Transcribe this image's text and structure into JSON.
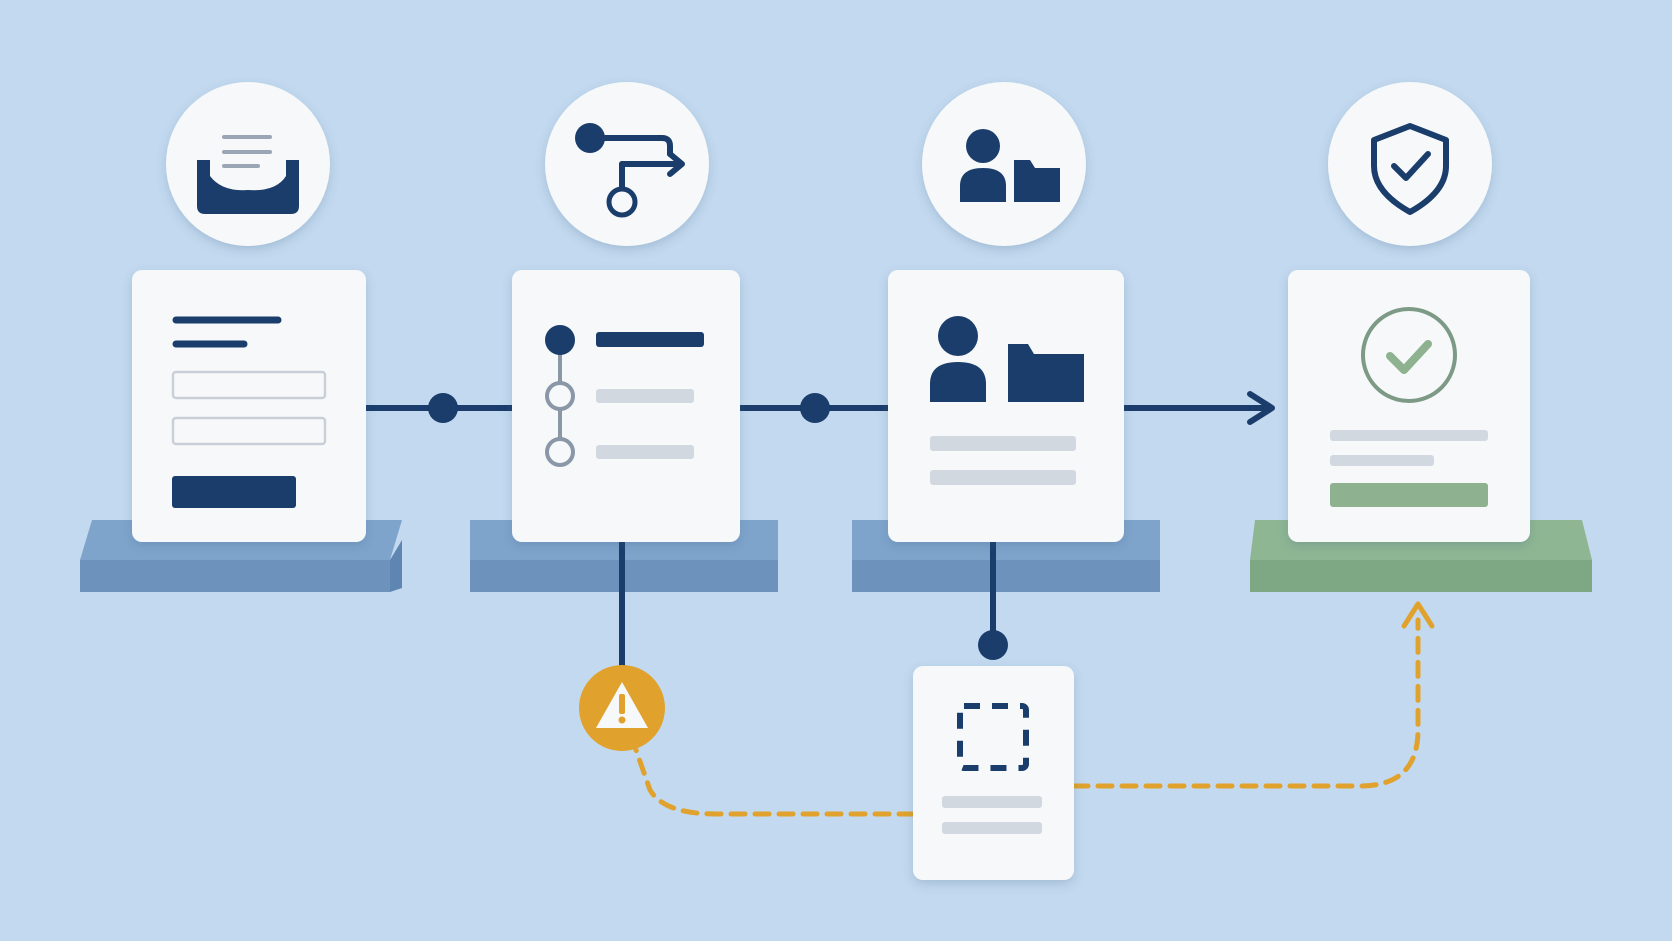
{
  "colors": {
    "background": "#c3d9ef",
    "navy": "#1a3d6b",
    "card": "#f7f8fa",
    "platform_blue": "#7fa4cc",
    "platform_green": "#8fb693",
    "accent_green": "#8eb28f",
    "warning": "#e0a22c",
    "skeleton": "#d2d8e0",
    "outline": "#c9cfd8"
  },
  "stages": [
    {
      "id": "intake",
      "icon": "inbox-document-icon",
      "card": "form-card",
      "platform": "blue"
    },
    {
      "id": "routing",
      "icon": "branch-route-icon",
      "card": "workflow-steps-card",
      "platform": "blue"
    },
    {
      "id": "assignment",
      "icon": "user-folder-icon",
      "card": "user-folder-card",
      "platform": "blue"
    },
    {
      "id": "approval",
      "icon": "shield-check-icon",
      "card": "approval-card",
      "platform": "green"
    }
  ],
  "exception": {
    "warning_icon": "warning-icon",
    "review_card_icon": "dashed-selection-icon"
  }
}
